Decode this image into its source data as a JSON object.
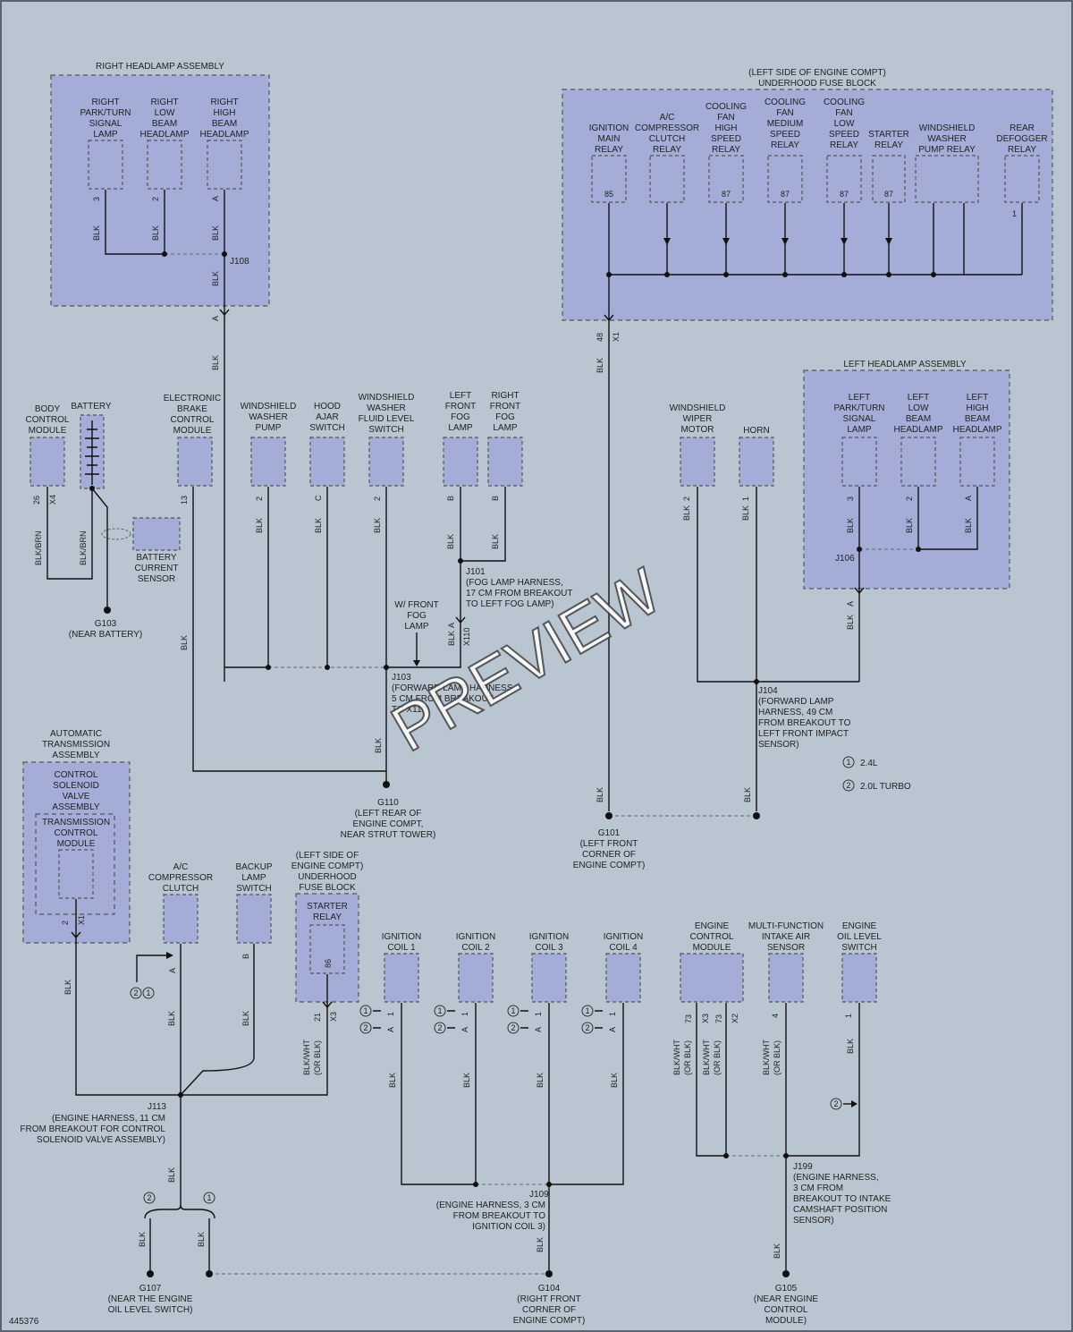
{
  "figure_id": "445376",
  "watermark": "PREVIEW",
  "legend": [
    {
      "num": "1",
      "label": "2.4L"
    },
    {
      "num": "2",
      "label": "2.0L TURBO"
    }
  ],
  "right_headlamp": {
    "title": "RIGHT HEADLAMP ASSEMBLY",
    "parts": [
      {
        "lines": [
          "RIGHT",
          "PARK/TURN",
          "SIGNAL",
          "LAMP"
        ],
        "pin": "3",
        "wire": "BLK"
      },
      {
        "lines": [
          "RIGHT",
          "LOW",
          "BEAM",
          "HEADLAMP"
        ],
        "pin": "2",
        "wire": "BLK"
      },
      {
        "lines": [
          "RIGHT",
          "HIGH",
          "BEAM",
          "HEADLAMP"
        ],
        "pin": "A",
        "wire": "BLK"
      }
    ],
    "splice": "J108",
    "out_wire": "BLK",
    "conn": "A",
    "down_wire": "BLK"
  },
  "fuse_block_top": {
    "title": [
      "(LEFT SIDE OF ENGINE COMPT)",
      "UNDERHOOD FUSE BLOCK"
    ],
    "relays": [
      {
        "lines": [
          "IGNITION",
          "MAIN",
          "RELAY"
        ],
        "pin": "85"
      },
      {
        "lines": [
          "A/C",
          "COMPRESSOR",
          "CLUTCH",
          "RELAY"
        ],
        "pin": ""
      },
      {
        "lines": [
          "COOLING",
          "FAN",
          "HIGH",
          "SPEED",
          "RELAY"
        ],
        "pin": "87"
      },
      {
        "lines": [
          "COOLING",
          "FAN",
          "MEDIUM",
          "SPEED",
          "RELAY"
        ],
        "pin": "87"
      },
      {
        "lines": [
          "COOLING",
          "FAN",
          "LOW",
          "SPEED",
          "RELAY"
        ],
        "pin": "87"
      },
      {
        "lines": [
          "STARTER",
          "RELAY"
        ],
        "pin": "87"
      },
      {
        "lines": [
          "WINDSHIELD",
          "WASHER",
          "PUMP RELAY"
        ],
        "pin": ""
      },
      {
        "lines": [
          "REAR",
          "DEFOGGER",
          "RELAY"
        ],
        "pin": "1"
      }
    ],
    "conn_pin": "48",
    "conn": "X1",
    "wire": "BLK"
  },
  "left_side": {
    "bcm": {
      "lines": [
        "BODY",
        "CONTROL",
        "MODULE"
      ],
      "pin": "26",
      "conn": "X4",
      "wire": "BLK/BRN"
    },
    "battery": {
      "label": "BATTERY",
      "wire": "BLK/BRN"
    },
    "sensor": {
      "lines": [
        "BATTERY",
        "CURRENT",
        "SENSOR"
      ]
    },
    "ground": {
      "id": "G103",
      "lines": [
        "(NEAR BATTERY)"
      ]
    }
  },
  "middle_row": {
    "ebcm": {
      "lines": [
        "ELECTRONIC",
        "BRAKE",
        "CONTROL",
        "MODULE"
      ],
      "pin": "13",
      "wire": "BLK"
    },
    "washer_pump": {
      "lines": [
        "WINDSHIELD",
        "WASHER",
        "PUMP"
      ],
      "pin": "2",
      "wire": "BLK"
    },
    "hood_switch": {
      "lines": [
        "HOOD",
        "AJAR",
        "SWITCH"
      ],
      "pin": "C",
      "wire": "BLK"
    },
    "fluid_switch": {
      "lines": [
        "WINDSHIELD",
        "WASHER",
        "FLUID LEVEL",
        "SWITCH"
      ],
      "pin": "2",
      "wire": "BLK"
    },
    "left_fog": {
      "lines": [
        "LEFT",
        "FRONT",
        "FOG",
        "LAMP"
      ],
      "pin": "B",
      "wire": "BLK"
    },
    "right_fog": {
      "lines": [
        "RIGHT",
        "FRONT",
        "FOG",
        "LAMP"
      ],
      "pin": "B",
      "wire": "BLK"
    },
    "j101": {
      "id": "J101",
      "lines": [
        "(FOG LAMP HARNESS,",
        "17 CM FROM BREAKOUT",
        "TO LEFT FOG LAMP)"
      ]
    },
    "fog_note": [
      "W/ FRONT",
      "FOG",
      "LAMP"
    ],
    "x110": {
      "conn": "X110",
      "pin": "A",
      "wire": "BLK"
    },
    "j103": {
      "id": "J103",
      "lines": [
        "(FORWARD LAMP HARNESS,",
        "5 CM FROM BREAKOUT",
        "TO X110)"
      ]
    },
    "j103_wire": "BLK",
    "ebcm_down_wire": "BLK",
    "g110": {
      "id": "G110",
      "lines": [
        "(LEFT REAR OF",
        "ENGINE COMPT,",
        "NEAR STRUT TOWER)"
      ]
    }
  },
  "right_middle": {
    "wiper": {
      "lines": [
        "WINDSHIELD",
        "WIPER",
        "MOTOR"
      ],
      "pin": "2",
      "wire": "BLK"
    },
    "horn": {
      "lines": [
        "HORN"
      ],
      "pin": "1",
      "wire": "BLK"
    },
    "left_headlamp": {
      "title": "LEFT HEADLAMP ASSEMBLY",
      "parts": [
        {
          "lines": [
            "LEFT",
            "PARK/TURN",
            "SIGNAL",
            "LAMP"
          ],
          "pin": "3",
          "wire": "BLK"
        },
        {
          "lines": [
            "LEFT",
            "LOW",
            "BEAM",
            "HEADLAMP"
          ],
          "pin": "2",
          "wire": "BLK"
        },
        {
          "lines": [
            "LEFT",
            "HIGH",
            "BEAM",
            "HEADLAMP"
          ],
          "pin": "A",
          "wire": "BLK"
        }
      ],
      "splice": "J106",
      "conn": "A",
      "out_wire": "BLK"
    },
    "j104": {
      "id": "J104",
      "lines": [
        "(FORWARD LAMP",
        "HARNESS, 49 CM",
        "FROM BREAKOUT TO",
        "LEFT FRONT IMPACT",
        "SENSOR)"
      ]
    },
    "wire_left": "BLK",
    "wire_right": "BLK",
    "g101": {
      "id": "G101",
      "lines": [
        "(LEFT FRONT",
        "CORNER OF",
        "ENGINE COMPT)"
      ]
    }
  },
  "bottom": {
    "trans": {
      "title": [
        "AUTOMATIC",
        "TRANSMISSION",
        "ASSEMBLY"
      ],
      "valve": [
        "CONTROL",
        "SOLENOID",
        "VALVE",
        "ASSEMBLY"
      ],
      "tcm": [
        "TRANSMISSION",
        "CONTROL",
        "MODULE"
      ],
      "pin": "2",
      "conn": "X1",
      "wire": "BLK"
    },
    "ac_clutch": {
      "lines": [
        "A/C",
        "COMPRESSOR",
        "CLUTCH"
      ],
      "pin": "A",
      "wire": "BLK"
    },
    "backup": {
      "lines": [
        "BACKUP",
        "LAMP",
        "SWITCH"
      ],
      "pin": "B",
      "wire": "BLK"
    },
    "fuse_block": {
      "title": [
        "(LEFT SIDE OF",
        "ENGINE COMPT)",
        "UNDERHOOD",
        "FUSE BLOCK"
      ],
      "relay": [
        "STARTER",
        "RELAY"
      ],
      "pin": "86",
      "conn_pin": "21",
      "conn": "X3",
      "wire": [
        "BLK/WHT",
        "(OR BLK)"
      ]
    },
    "coils": [
      {
        "lines": [
          "IGNITION",
          "COIL 1"
        ],
        "wire": "BLK"
      },
      {
        "lines": [
          "IGNITION",
          "COIL 2"
        ],
        "wire": "BLK"
      },
      {
        "lines": [
          "IGNITION",
          "COIL 3"
        ],
        "wire": "BLK"
      },
      {
        "lines": [
          "IGNITION",
          "COIL 4"
        ],
        "wire": "BLK"
      }
    ],
    "coil_pin1": "1",
    "coil_pinA": "A",
    "ecm": {
      "lines": [
        "ENGINE",
        "CONTROL",
        "MODULE"
      ],
      "pins": [
        "73",
        "X3",
        "73",
        "X2"
      ],
      "wire": [
        "BLK/WHT",
        "(OR BLK)"
      ]
    },
    "maf": {
      "lines": [
        "MULTI-FUNCTION",
        "INTAKE AIR",
        "SENSOR"
      ],
      "pin": "4",
      "wire": [
        "BLK/WHT",
        "(OR BLK)"
      ]
    },
    "oil": {
      "lines": [
        "ENGINE",
        "OIL LEVEL",
        "SWITCH"
      ],
      "pin": "1",
      "wire": "BLK"
    },
    "j113": {
      "id": "J113",
      "lines": [
        "(ENGINE HARNESS, 11 CM",
        "FROM BREAKOUT FOR CONTROL",
        "SOLENOID VALVE ASSEMBLY)"
      ]
    },
    "j113_wire": "BLK",
    "j109": {
      "id": "J109",
      "lines": [
        "(ENGINE HARNESS, 3 CM",
        "FROM BREAKOUT TO",
        "IGNITION COIL 3)"
      ],
      "wire": "BLK"
    },
    "j199": {
      "id": "J199",
      "lines": [
        "(ENGINE HARNESS,",
        "3 CM FROM",
        "BREAKOUT TO INTAKE",
        "CAMSHAFT POSITION",
        "SENSOR)"
      ],
      "wire": "BLK"
    },
    "g107": {
      "id": "G107",
      "lines": [
        "(NEAR THE ENGINE",
        "OIL LEVEL SWITCH)"
      ],
      "wires": [
        "BLK",
        "BLK"
      ]
    },
    "g104": {
      "id": "G104",
      "lines": [
        "(RIGHT FRONT",
        "CORNER OF",
        "ENGINE COMPT)"
      ]
    },
    "g105": {
      "id": "G105",
      "lines": [
        "(NEAR ENGINE",
        "CONTROL",
        "MODULE)"
      ]
    }
  }
}
